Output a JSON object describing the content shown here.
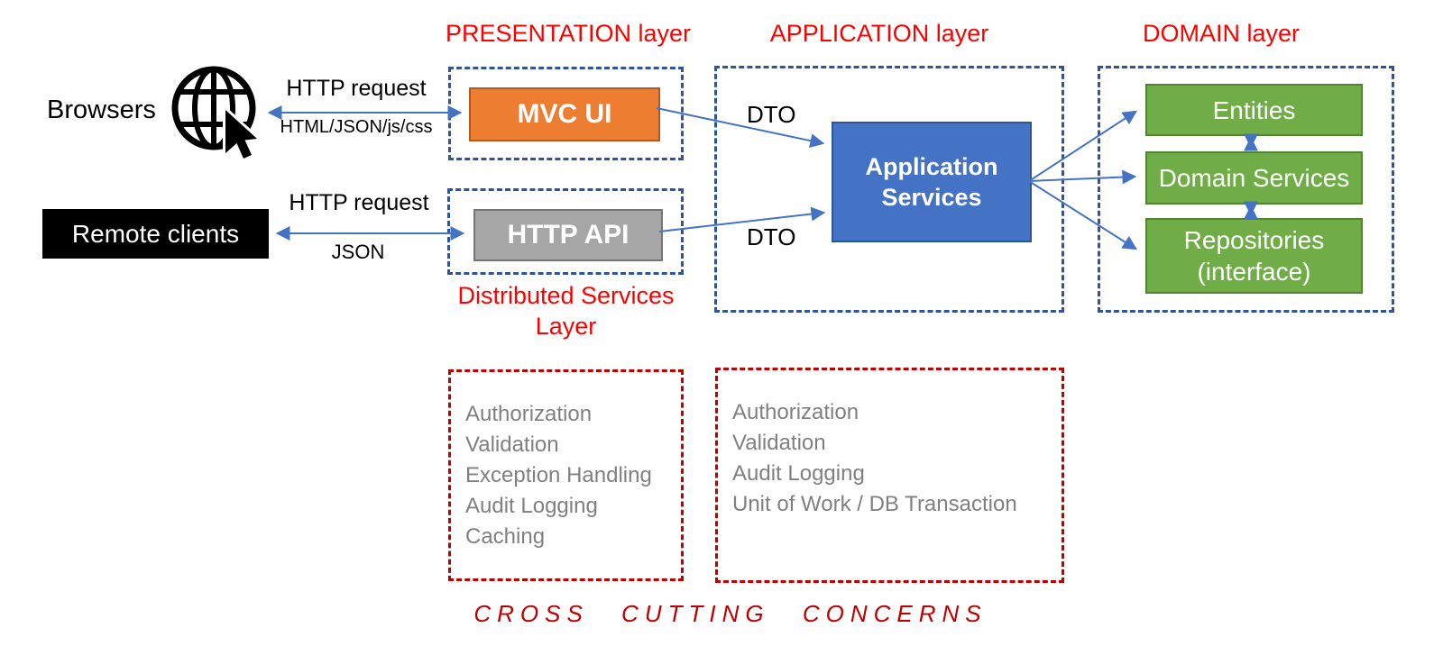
{
  "layers": {
    "presentation": "PRESENTATION layer",
    "application": "APPLICATION layer",
    "domain": "DOMAIN layer",
    "distributed_line1": "Distributed Services",
    "distributed_line2": "Layer"
  },
  "clients": {
    "browsers": "Browsers",
    "remote_clients": "Remote clients"
  },
  "edges": {
    "http_request_top": "HTTP request",
    "http_payload_top": "HTML/JSON/js/css",
    "http_request_bottom": "HTTP request",
    "http_payload_bottom": "JSON",
    "dto_top": "DTO",
    "dto_bottom": "DTO"
  },
  "components": {
    "mvc_ui": "MVC UI",
    "http_api": "HTTP API",
    "application_services_line1": "Application",
    "application_services_line2": "Services",
    "entities": "Entities",
    "domain_services": "Domain Services",
    "repositories_line1": "Repositories",
    "repositories_line2": "(interface)"
  },
  "cross_cutting": {
    "title": "CROSS CUTTING CONCERNS",
    "distributed_items": [
      "Authorization",
      "Validation",
      "Exception Handling",
      "Audit Logging",
      "Caching"
    ],
    "application_items": [
      "Authorization",
      "Validation",
      "Audit Logging",
      "Unit of Work / DB Transaction"
    ]
  },
  "colors": {
    "layer_label_red": "#FF0000",
    "cross_cutting_red": "#C00000",
    "dashed_border_blue": "#2F5597",
    "arrow_blue": "#4472C4",
    "mvc_ui_orange": "#ED7D31",
    "http_api_gray": "#A6A6A6",
    "application_services_blue": "#4472C4",
    "domain_green": "#70AD47",
    "concern_text_gray": "#808080"
  }
}
